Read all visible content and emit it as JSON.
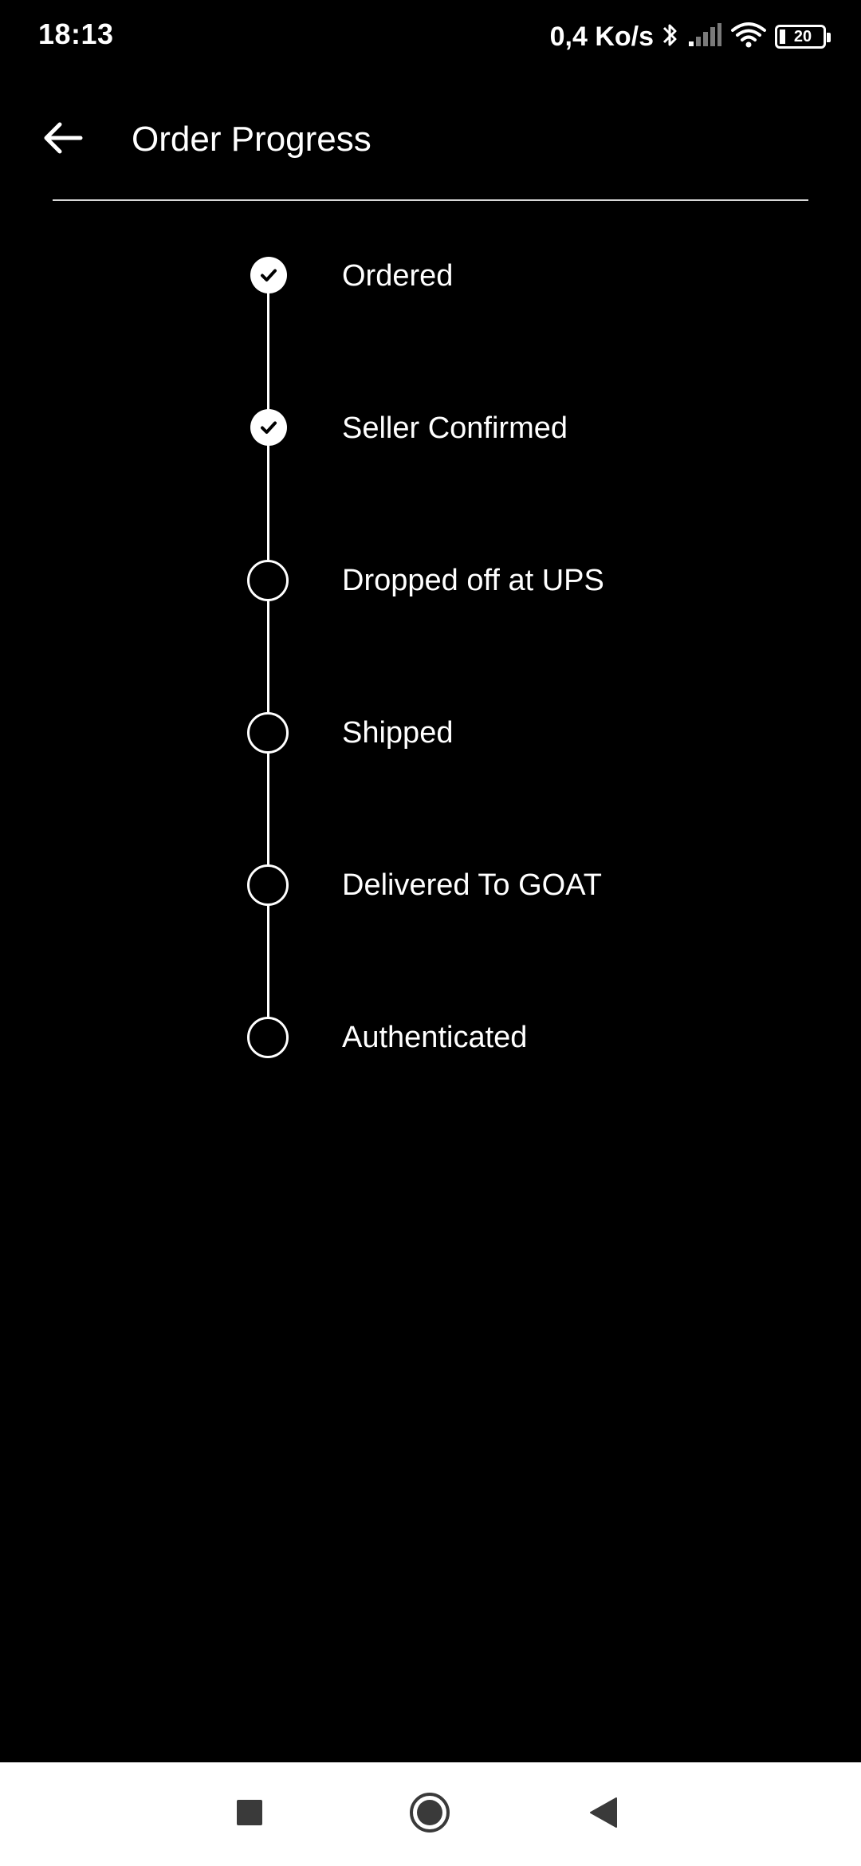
{
  "status_bar": {
    "time": "18:13",
    "net_speed": "0,4 Ko/s",
    "battery_level": "20",
    "icons": [
      "bluetooth-icon",
      "cell-signal-icon",
      "wifi-icon",
      "battery-icon"
    ]
  },
  "header": {
    "title": "Order Progress",
    "back_icon": "arrow-left-icon"
  },
  "timeline": {
    "steps": [
      {
        "label": "Ordered",
        "status": "completed"
      },
      {
        "label": "Seller Confirmed",
        "status": "completed"
      },
      {
        "label": "Dropped off at UPS",
        "status": "pending"
      },
      {
        "label": "Shipped",
        "status": "pending"
      },
      {
        "label": "Delivered To GOAT",
        "status": "pending"
      },
      {
        "label": "Authenticated",
        "status": "pending"
      }
    ]
  },
  "nav_bar": {
    "icons": [
      "recents-square-icon",
      "home-circle-icon",
      "back-triangle-icon"
    ]
  },
  "colors": {
    "background": "#000000",
    "foreground": "#ffffff",
    "nav_bar_background": "#ffffff",
    "nav_icon": "#3a3a3a"
  }
}
